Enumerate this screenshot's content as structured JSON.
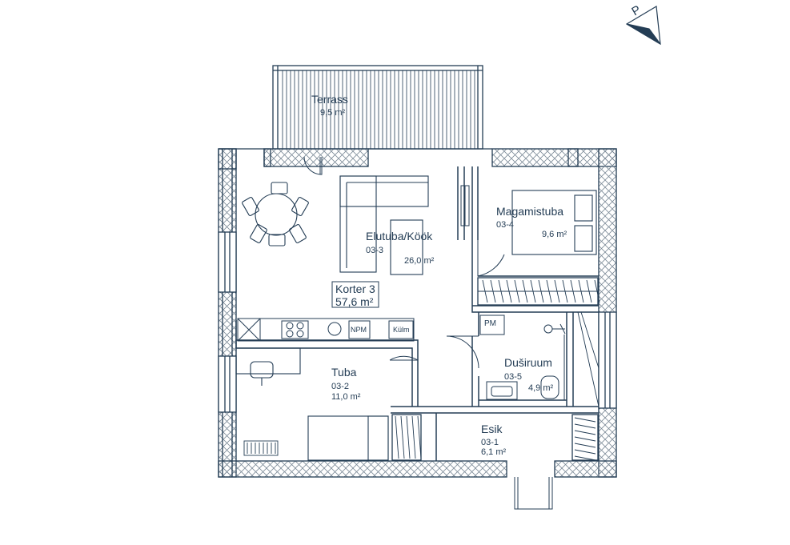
{
  "colors": {
    "line": "#243d55",
    "hatch": "#7d8b98",
    "background": "#ffffff"
  },
  "compass": {
    "letter": "P",
    "icon": "north-arrow-icon"
  },
  "apartment": {
    "label": "Korter 3",
    "area": "57,6 m²"
  },
  "rooms": {
    "terrass": {
      "name": "Terrass",
      "area": "9,5 m²"
    },
    "elutuba": {
      "name": "Elutuba/Köök",
      "code": "03-3",
      "area": "26,0 m²"
    },
    "magamistuba": {
      "name": "Magamistuba",
      "code": "03-4",
      "area": "9,6 m²"
    },
    "tuba": {
      "name": "Tuba",
      "code": "03-2",
      "area": "11,0 m²"
    },
    "dusiruum": {
      "name": "Duširuum",
      "code": "03-5",
      "area": "4,9 m²"
    },
    "esik": {
      "name": "Esik",
      "code": "03-1",
      "area": "6,1 m²"
    }
  },
  "kitchen": {
    "dishwasher": "NPM",
    "fridge": "Külm"
  },
  "bathroom": {
    "washer": "PM"
  }
}
